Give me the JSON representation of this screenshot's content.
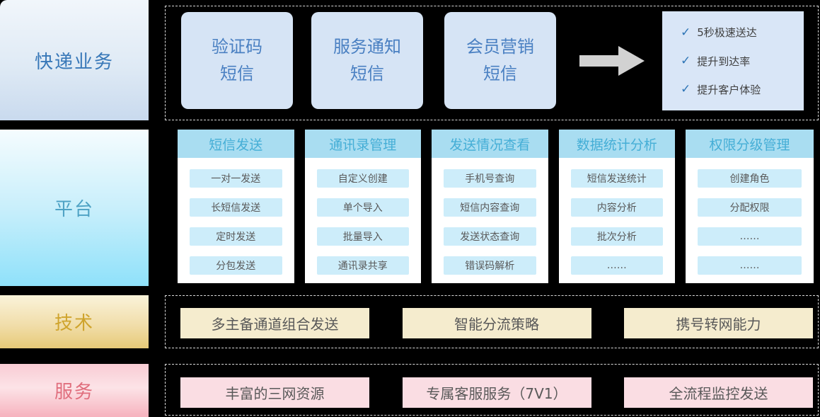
{
  "left_labels": {
    "business": "快递业务",
    "platform": "平台",
    "technology": "技术",
    "service": "服务"
  },
  "business_row": {
    "sms_types": [
      "验证码\n短信",
      "服务通知\n短信",
      "会员营销\n短信"
    ],
    "arrow_icon": "right-arrow",
    "check_glyph": "✓",
    "benefits": [
      "5秒极速送达",
      "提升到达率",
      "提升客户体验"
    ]
  },
  "platform_columns": [
    {
      "header": "短信发送",
      "items": [
        "一对一发送",
        "长短信发送",
        "定时发送",
        "分包发送"
      ]
    },
    {
      "header": "通讯录管理",
      "items": [
        "自定义创建",
        "单个导入",
        "批量导入",
        "通讯录共享"
      ]
    },
    {
      "header": "发送情况查看",
      "items": [
        "手机号查询",
        "短信内容查询",
        "发送状态查询",
        "错误码解析"
      ]
    },
    {
      "header": "数据统计分析",
      "items": [
        "短信发送统计",
        "内容分析",
        "批次分析",
        "……"
      ]
    },
    {
      "header": "权限分级管理",
      "items": [
        "创建角色",
        "分配权限",
        "……",
        "……"
      ]
    }
  ],
  "technology_items": [
    "多主备通道组合发送",
    "智能分流策略",
    "携号转网能力"
  ],
  "service_items": [
    "丰富的三网资源",
    "专属客服服务（7V1）",
    "全流程监控发送"
  ],
  "colors": {
    "business_text": "#3878b8",
    "platform_header_bg": "#a9ddf1",
    "platform_item_bg": "#cdedfa",
    "tech_item_bg": "#f5ecce",
    "service_item_bg": "#fadde3",
    "check_blue": "#2e75b6",
    "sms_card_bg": "#d6e4f5"
  }
}
